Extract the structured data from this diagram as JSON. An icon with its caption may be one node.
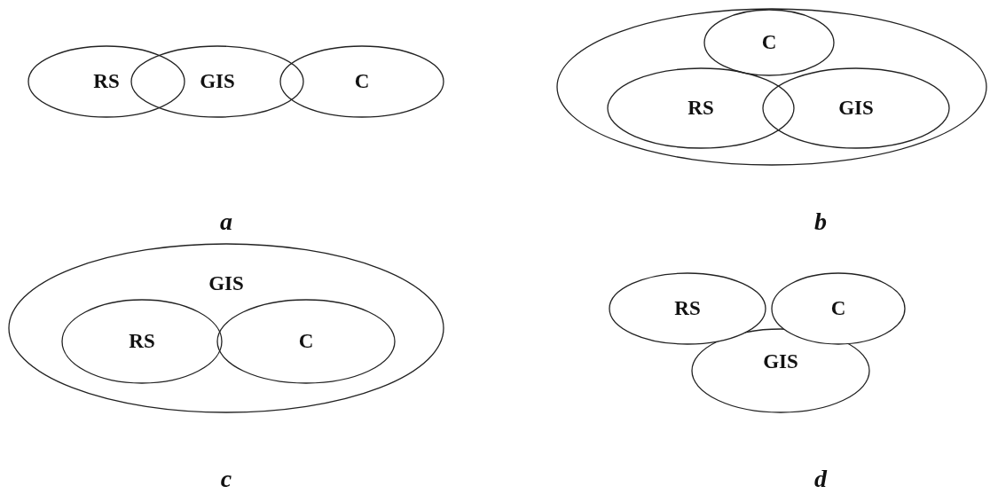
{
  "diagram": {
    "nodes": [
      {
        "text": [
          "RS"
        ]
      },
      {
        "text": [
          "GIS"
        ]
      },
      {
        "text": [
          "C"
        ]
      },
      {
        "text": [],
        "shape": "ellipse"
      },
      {
        "text": [
          "C"
        ],
        "in": 3
      },
      {
        "text": [
          "RS"
        ],
        "in": 3
      },
      {
        "text": [
          "GIS"
        ],
        "in": 3
      },
      {
        "text": [
          "GIS"
        ]
      },
      {
        "text": [
          "RS"
        ],
        "in": 7
      },
      {
        "text": [
          "C"
        ],
        "in": 7
      },
      {
        "text": [
          "RS"
        ]
      },
      {
        "text": [
          "C"
        ]
      },
      {
        "text": [
          "GIS"
        ]
      }
    ],
    "edges": [],
    "labels": [
      "a",
      "b",
      "c",
      "d"
    ]
  }
}
